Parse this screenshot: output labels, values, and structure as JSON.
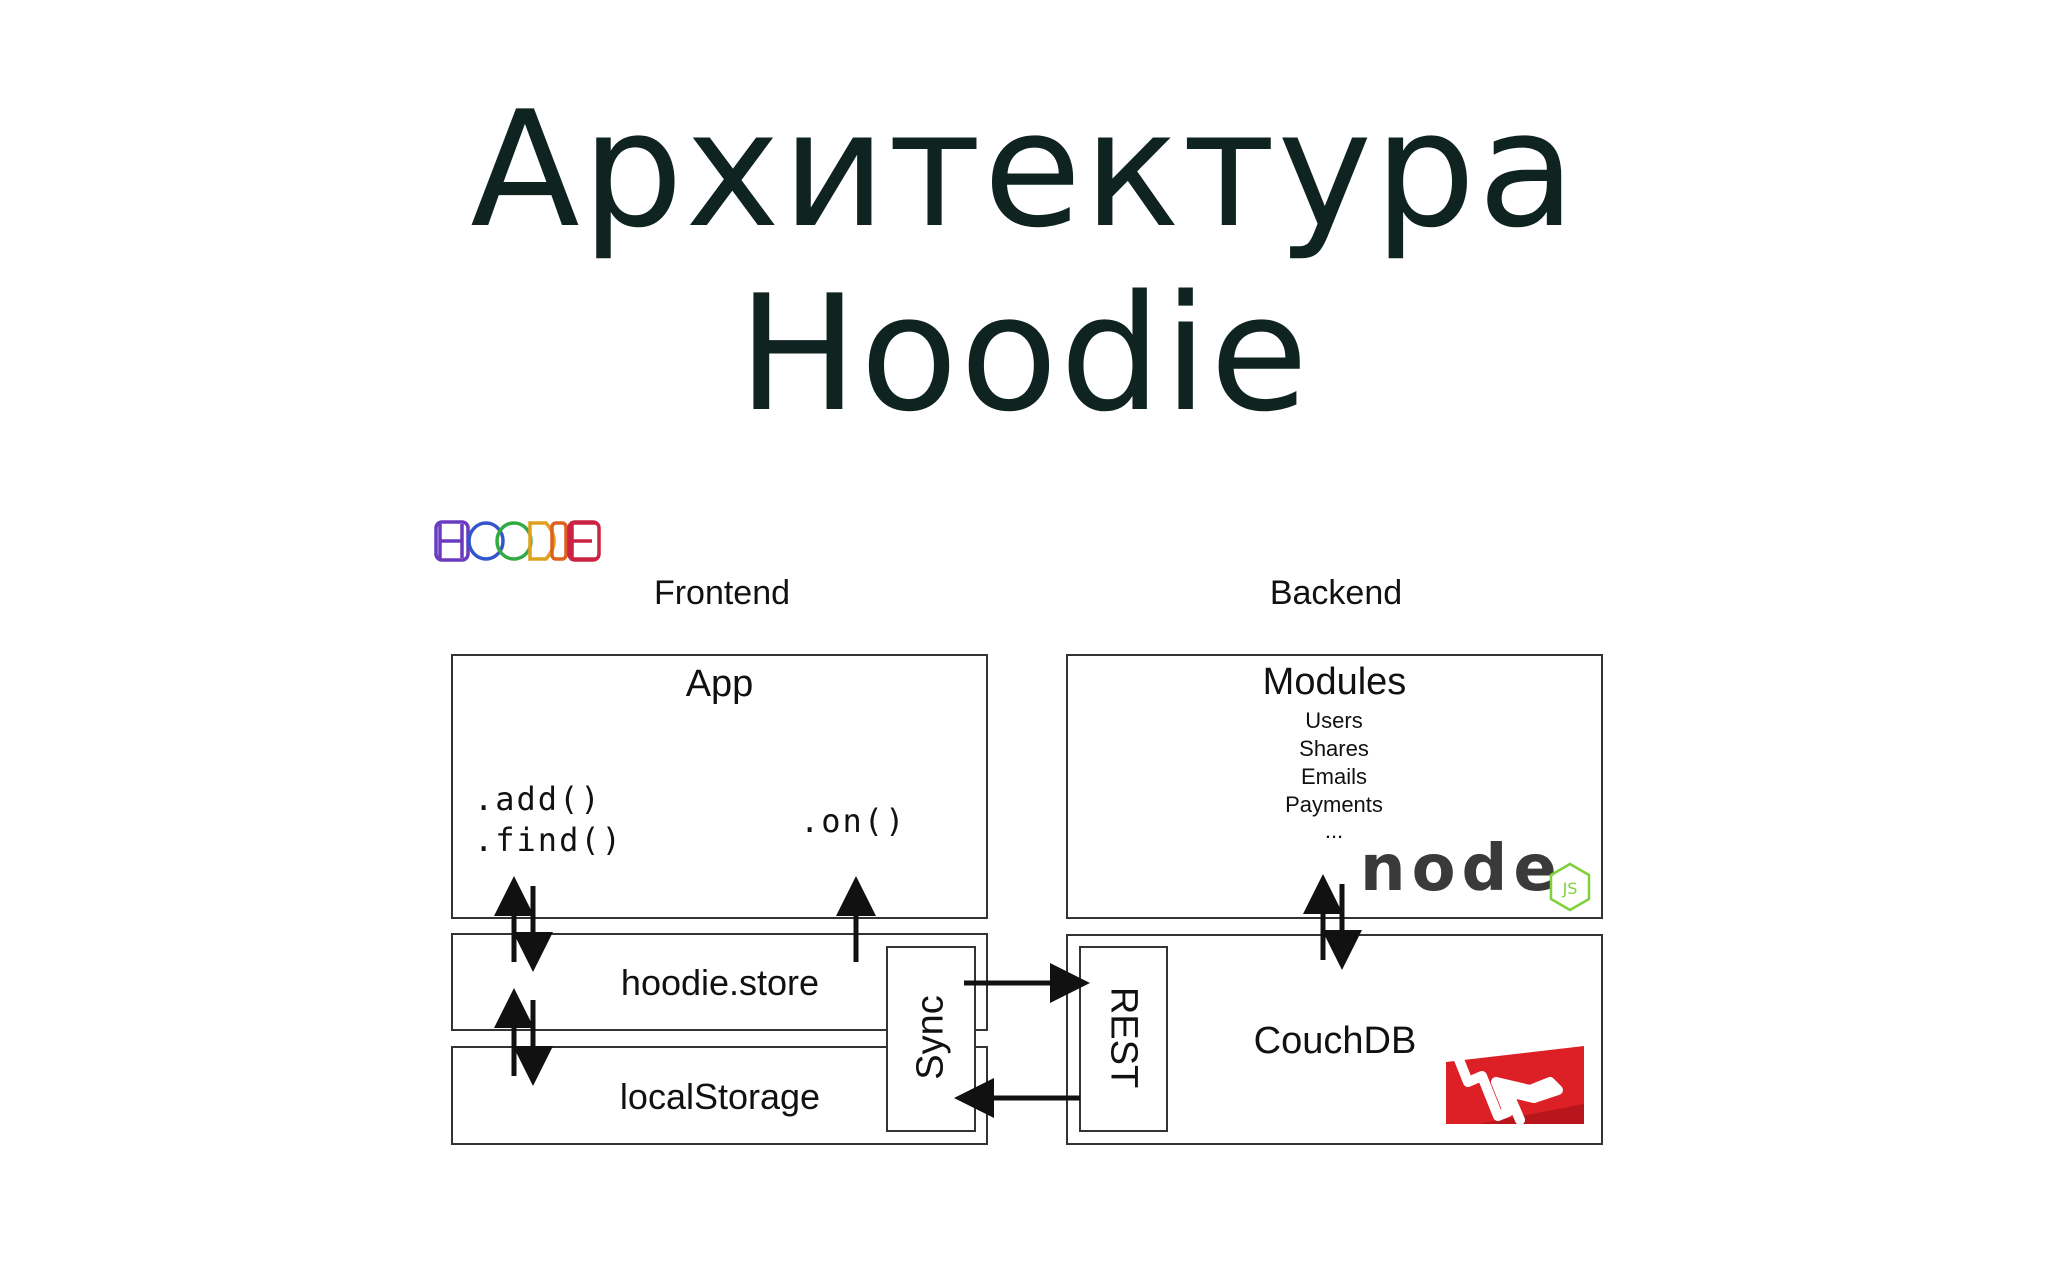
{
  "title": {
    "line1": "Архитектура",
    "line2": "Hoodie"
  },
  "diagram": {
    "logo": {
      "text": "HOODIE",
      "colors": [
        "#6a3bbf",
        "#3355cc",
        "#33aa44",
        "#e0a020",
        "#e06020",
        "#cc2244"
      ]
    },
    "frontend_label": "Frontend",
    "backend_label": "Backend",
    "app": {
      "title": "App",
      "methods_left": [
        ".add()",
        ".find()"
      ],
      "method_right": ".on()"
    },
    "hoodie_store": "hoodie.store",
    "local_storage": "localStorage",
    "sync": "Sync",
    "rest": "REST",
    "modules": {
      "title": "Modules",
      "items": [
        "Users",
        "Shares",
        "Emails",
        "Payments",
        "..."
      ]
    },
    "couchdb": "CouchDB",
    "node_logo": {
      "text": "node",
      "badge": "JS",
      "color": "#3a3a3a",
      "accent": "#7fd13b"
    },
    "couch_logo_color": "#dd1f26"
  }
}
